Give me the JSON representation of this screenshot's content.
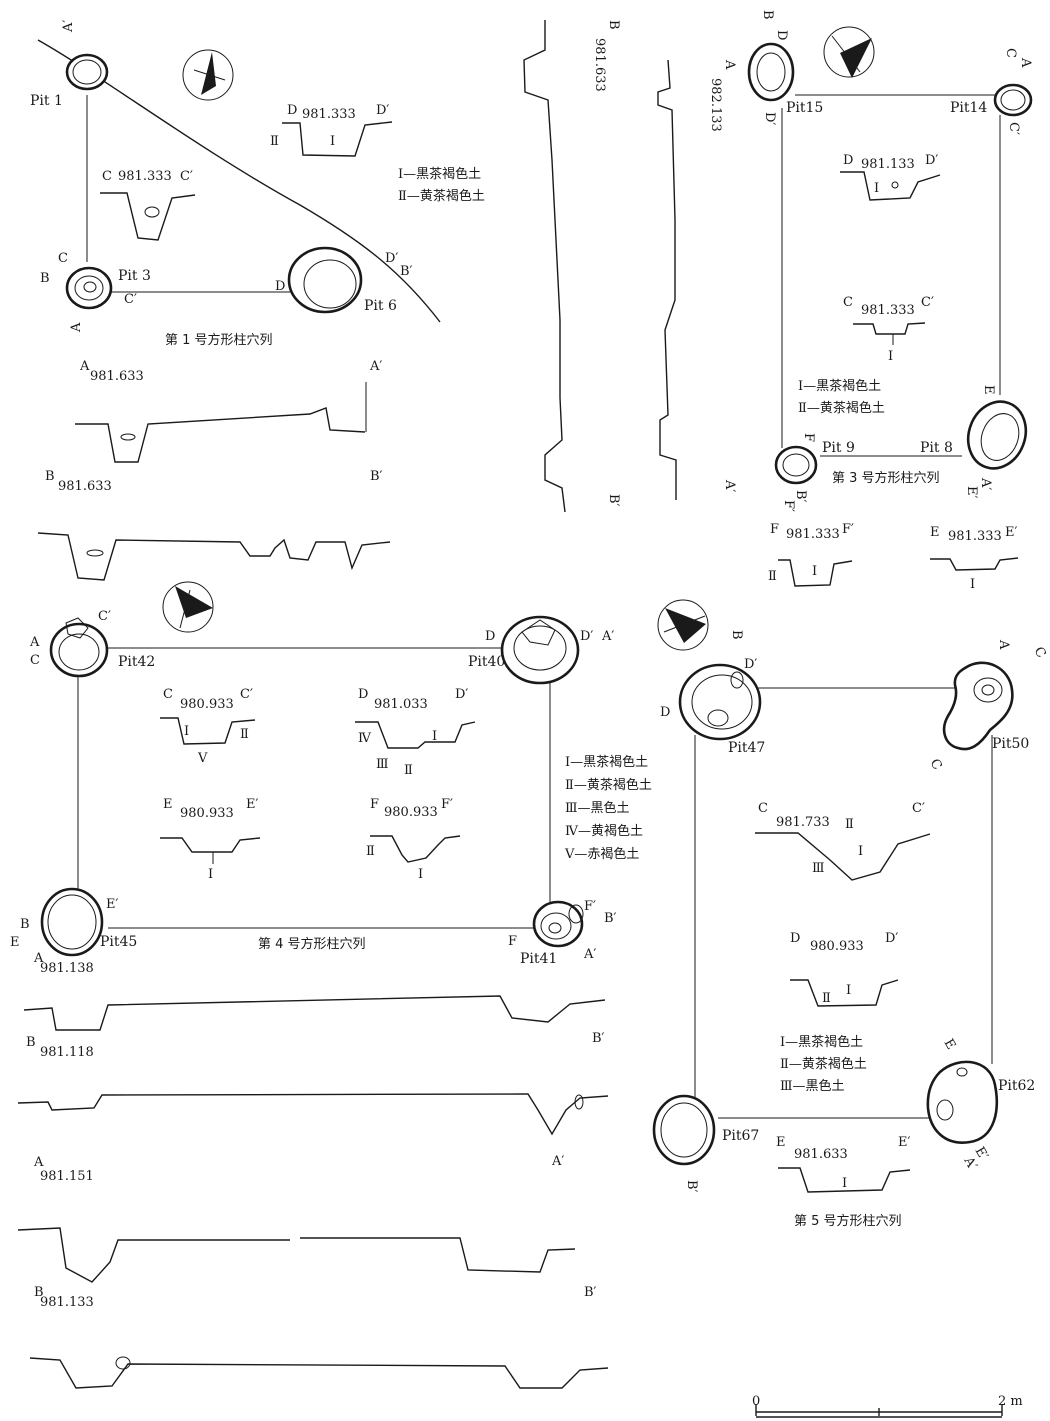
{
  "layer_legend": {
    "I": "Ⅰ—黒茶褐色土",
    "II": "Ⅱ—黄茶褐色土",
    "III": "Ⅲ—黒色土",
    "IV": "Ⅳ—黄褐色土",
    "V": "Ⅴ—赤褐色土"
  },
  "group1": {
    "caption": "第 1 号方形柱穴列",
    "pits": [
      "Pit 1",
      "Pit 3",
      "Pit 6"
    ],
    "sections": {
      "A": "981.633",
      "B": "981.633",
      "C": "981.333",
      "D": "981.333"
    }
  },
  "section_long": {
    "B": "981.633",
    "A": "982.133"
  },
  "group3": {
    "caption": "第 3 号方形柱穴列",
    "pits": [
      "Pit15",
      "Pit14",
      "Pit 9",
      "Pit 8"
    ],
    "sections": {
      "D": "981.133",
      "C": "981.333",
      "F": "981.333",
      "E": "981.333"
    }
  },
  "group4": {
    "caption": "第 4 号方形柱穴列",
    "pits": [
      "Pit42",
      "Pit40",
      "Pit45",
      "Pit41"
    ],
    "sections": {
      "C": "980.933",
      "D": "981.033",
      "E": "980.933",
      "F": "980.933",
      "A1": "981.138",
      "B1": "981.118",
      "A2": "981.151",
      "B2": "981.133"
    }
  },
  "group5": {
    "caption": "第 5 号方形柱穴列",
    "pits": [
      "Pit47",
      "Pit50",
      "Pit67",
      "Pit62"
    ],
    "sections": {
      "C": "981.733",
      "D": "980.933",
      "E": "981.633"
    }
  },
  "scale": {
    "zero": "0",
    "end": "2 m"
  },
  "letters": {
    "A": "A",
    "Ap": "A′",
    "B": "B",
    "Bp": "B′",
    "C": "C",
    "Cp": "C′",
    "D": "D",
    "Dp": "D′",
    "E": "E",
    "Ep": "E′",
    "F": "F",
    "Fp": "F′",
    "I": "Ⅰ",
    "II": "Ⅱ",
    "III": "Ⅲ",
    "IV": "Ⅳ",
    "V": "Ⅴ"
  }
}
